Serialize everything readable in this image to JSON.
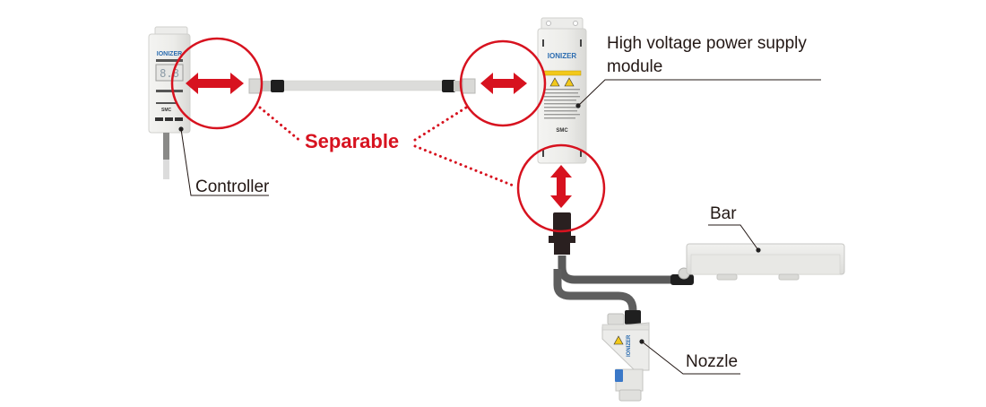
{
  "diagram": {
    "title": "Ionizer system configuration",
    "labels": {
      "controller": "Controller",
      "hv_module_line1": "High voltage power supply",
      "hv_module_line2": "module",
      "bar": "Bar",
      "nozzle": "Nozzle",
      "separable": "Separable"
    },
    "device_text": {
      "brand": "IONIZER",
      "maker": "SMC",
      "display": "8.8"
    },
    "colors": {
      "accent": "#d7121f",
      "label": "#231815",
      "device_body": "#eeeeec",
      "cable_dark": "#555555",
      "cable_light": "#dcdcdc"
    }
  }
}
